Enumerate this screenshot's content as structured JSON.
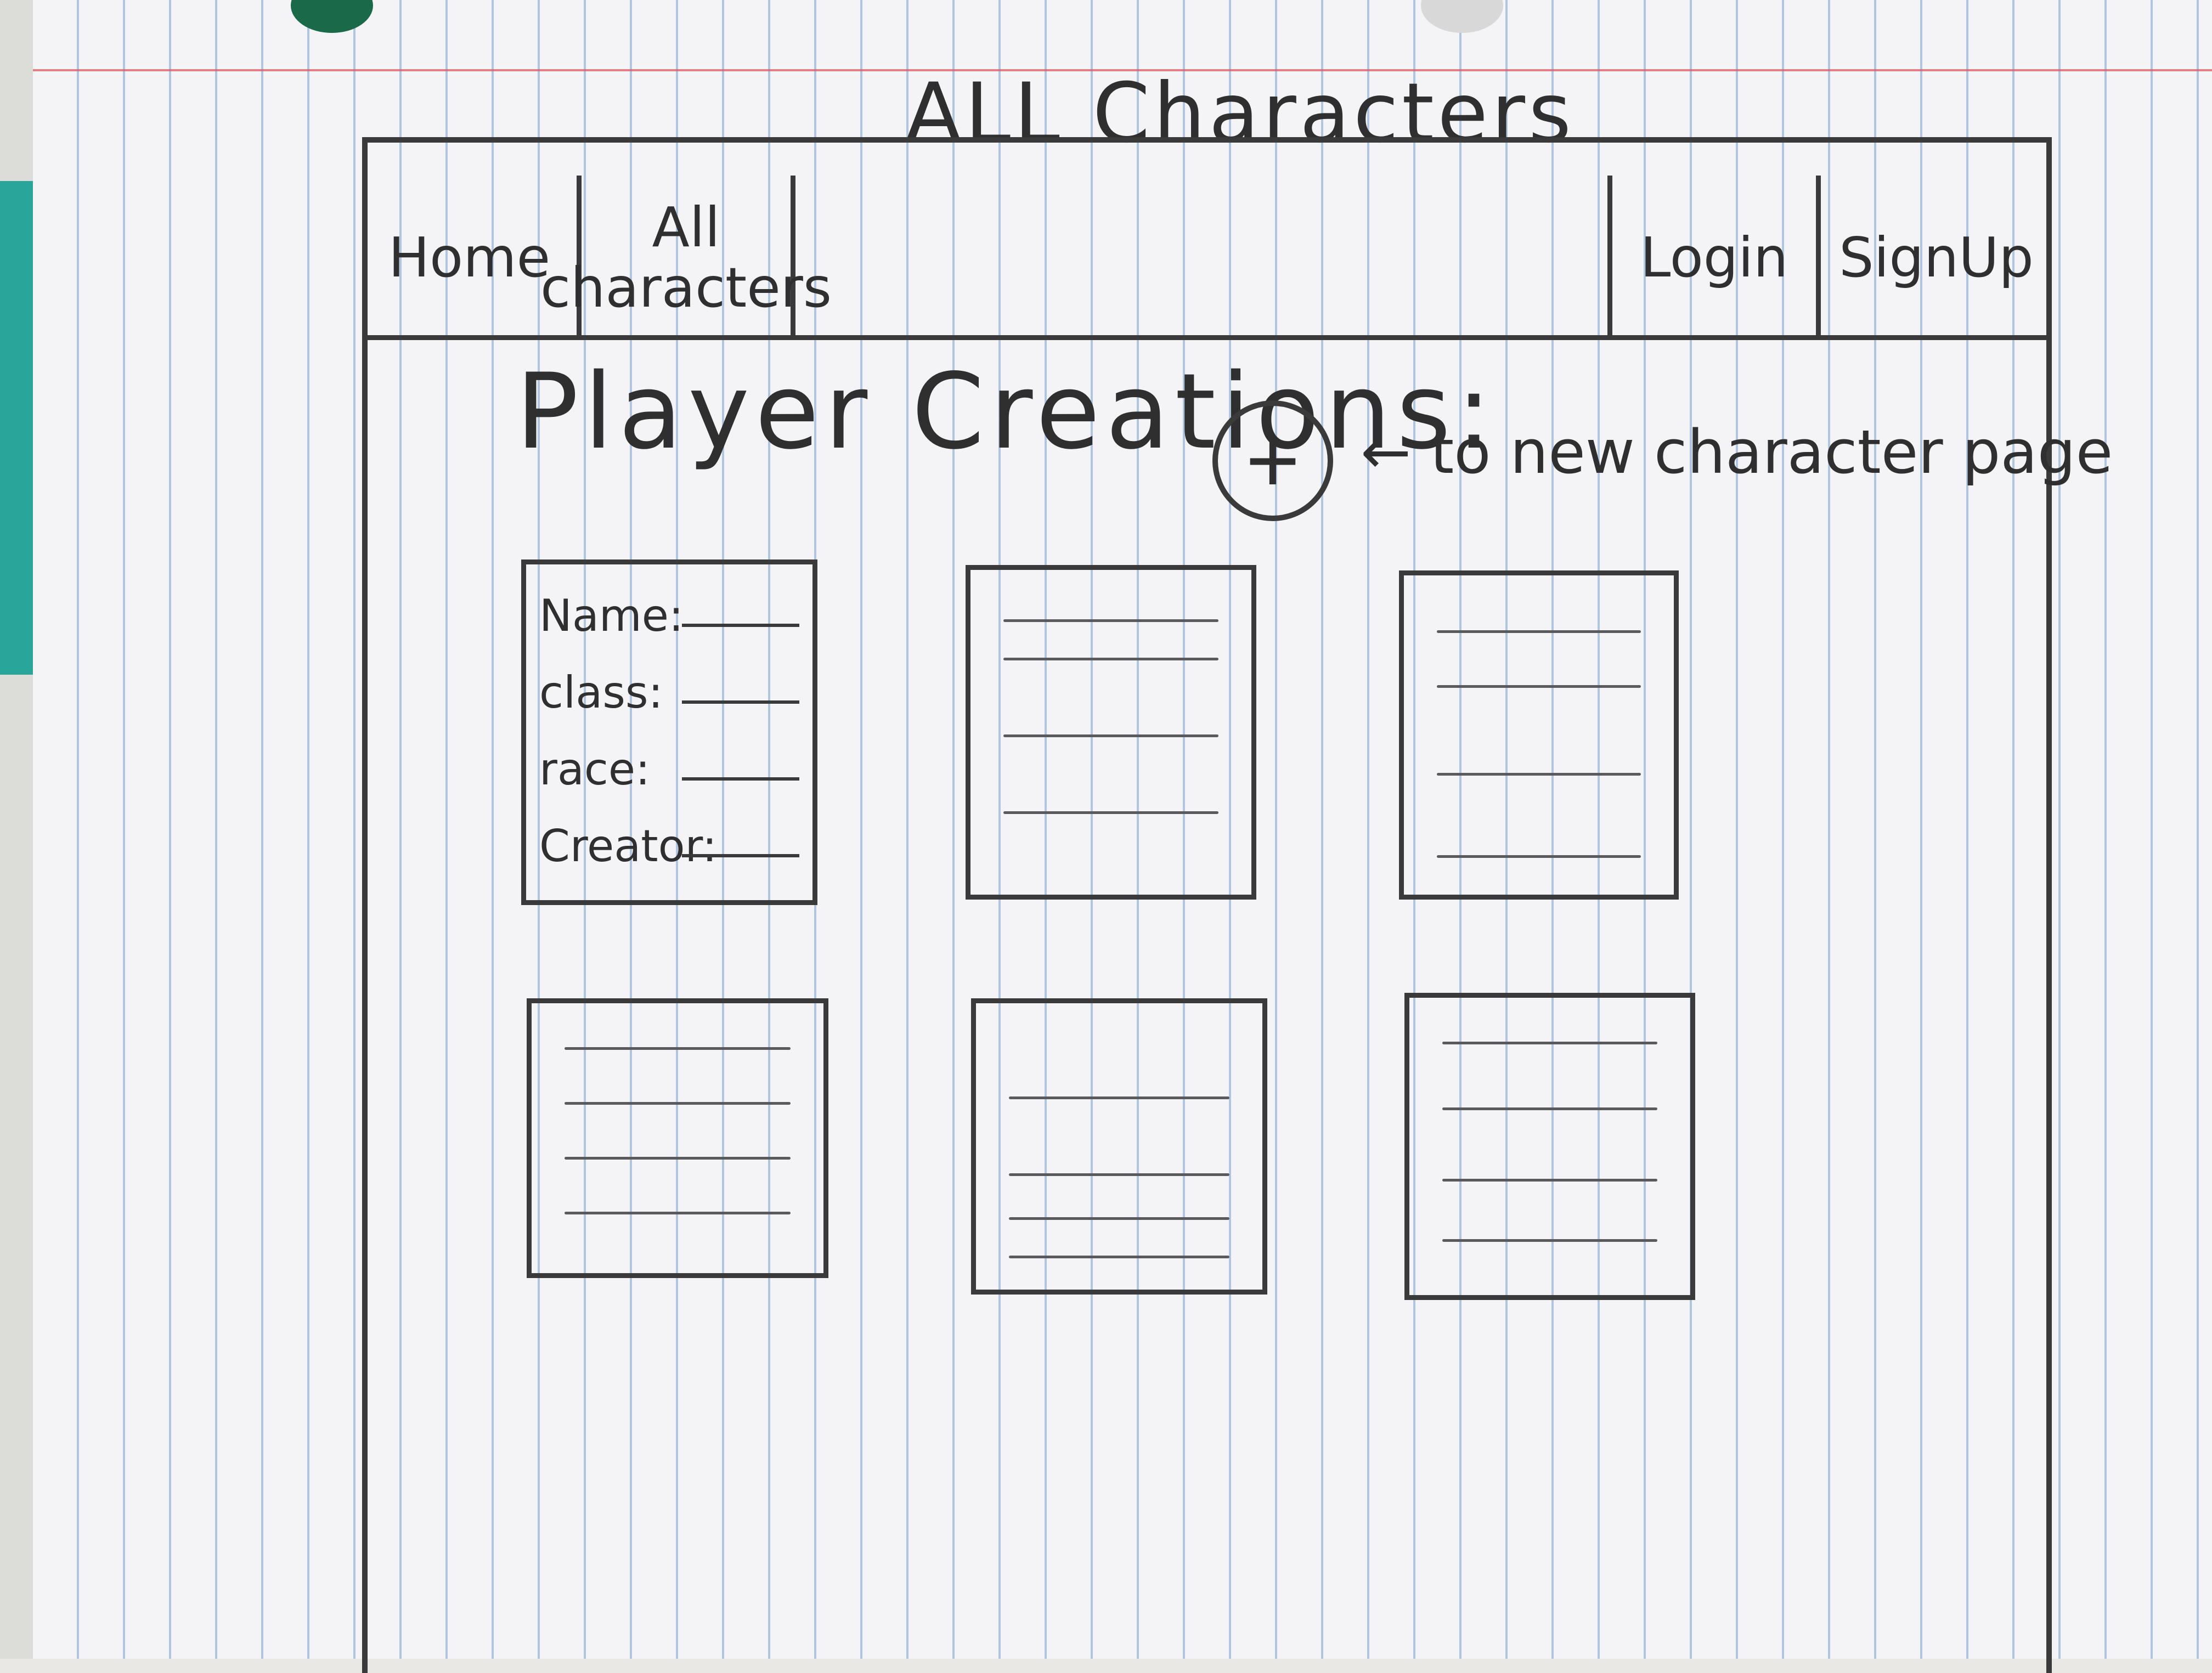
{
  "page_heading": "ALL Characters",
  "nav": {
    "home": "Home",
    "all_characters": "All characters",
    "login": "Login",
    "signup": "SignUp"
  },
  "section_title": "Player Creations:",
  "add_button": {
    "symbol": "+",
    "note": "← to new character page"
  },
  "card_fields": [
    {
      "label": "Name:"
    },
    {
      "label": "class:"
    },
    {
      "label": "race:"
    },
    {
      "label": "Creator:"
    }
  ],
  "card_count": 6,
  "colors": {
    "pencil": "#3a3a3b",
    "paper": "#f4f4f6",
    "rule_blue": "#78a0cd",
    "margin_red": "#dc5a64"
  }
}
